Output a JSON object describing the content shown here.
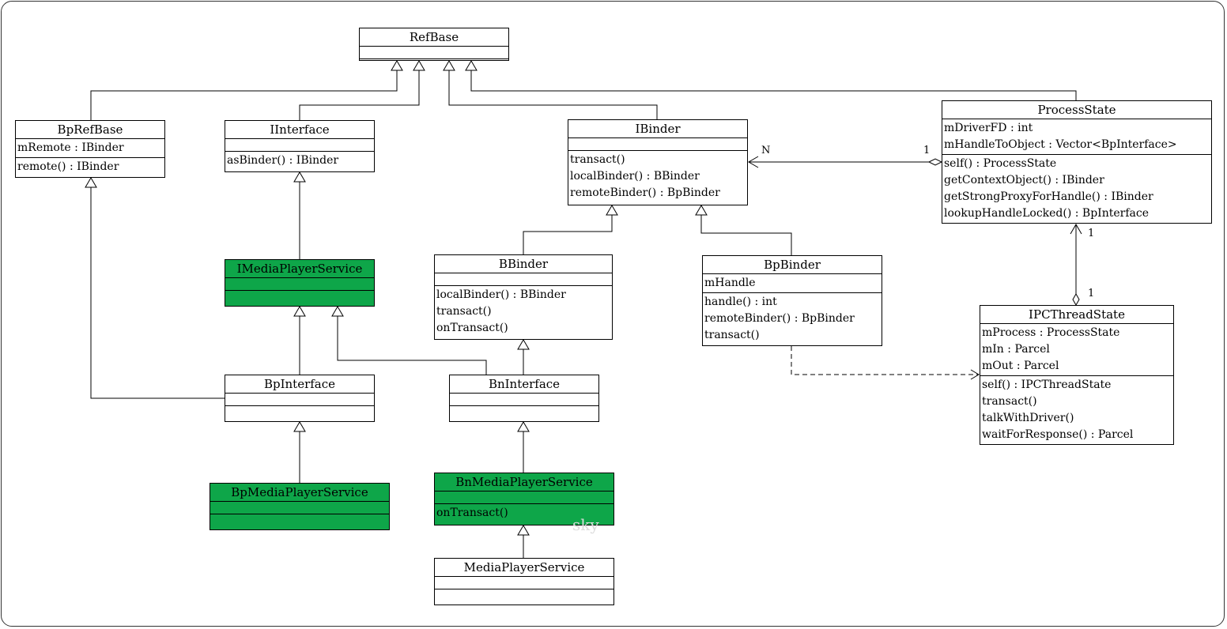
{
  "classes": {
    "refbase": {
      "name": "RefBase",
      "attrs": [],
      "ops": []
    },
    "bprefbase": {
      "name": "BpRefBase",
      "attrs": [
        "mRemote : IBinder"
      ],
      "ops": [
        "remote() : IBinder"
      ]
    },
    "iinterface": {
      "name": "IInterface",
      "attrs": [],
      "ops": [
        "asBinder() : IBinder"
      ]
    },
    "ibinder": {
      "name": "IBinder",
      "attrs": [],
      "ops": [
        "transact()",
        "localBinder() : BBinder",
        "remoteBinder() : BpBinder"
      ]
    },
    "processstate": {
      "name": "ProcessState",
      "attrs": [
        "mDriverFD : int",
        "mHandleToObject : Vector<BpInterface>"
      ],
      "ops": [
        "self() : ProcessState",
        "getContextObject() : IBinder",
        "getStrongProxyForHandle() : IBinder",
        "lookupHandleLocked() : BpInterface"
      ]
    },
    "imediaplayerservice": {
      "name": "IMediaPlayerService",
      "attrs": [],
      "ops": []
    },
    "bbinder": {
      "name": "BBinder",
      "attrs": [],
      "ops": [
        "localBinder() : BBinder",
        "transact()",
        "onTransact()"
      ]
    },
    "bpbinder": {
      "name": "BpBinder",
      "attrs": [
        "mHandle"
      ],
      "ops": [
        "handle() : int",
        "remoteBinder() : BpBinder",
        "transact()"
      ]
    },
    "ipcthreadstate": {
      "name": "IPCThreadState",
      "attrs": [
        "mProcess : ProcessState",
        "mIn : Parcel",
        "mOut : Parcel"
      ],
      "ops": [
        "self() : IPCThreadState",
        "transact()",
        "talkWithDriver()",
        "waitForResponse() : Parcel"
      ]
    },
    "bpinterface": {
      "name": "BpInterface",
      "attrs": [],
      "ops": []
    },
    "bninterface": {
      "name": "BnInterface",
      "attrs": [],
      "ops": []
    },
    "bpmediaplayerservice": {
      "name": "BpMediaPlayerService",
      "attrs": [],
      "ops": []
    },
    "bnmediaplayerservice": {
      "name": "BnMediaPlayerService",
      "attrs": [],
      "ops": [
        "onTransact()"
      ]
    },
    "mediaplayerservice": {
      "name": "MediaPlayerService",
      "attrs": [],
      "ops": []
    }
  },
  "relationships": [
    {
      "type": "inheritance",
      "from": "BpRefBase",
      "to": "RefBase"
    },
    {
      "type": "inheritance",
      "from": "IInterface",
      "to": "RefBase"
    },
    {
      "type": "inheritance",
      "from": "IBinder",
      "to": "RefBase"
    },
    {
      "type": "inheritance",
      "from": "ProcessState",
      "to": "RefBase"
    },
    {
      "type": "inheritance",
      "from": "IMediaPlayerService",
      "to": "IInterface"
    },
    {
      "type": "inheritance",
      "from": "BBinder",
      "to": "IBinder"
    },
    {
      "type": "inheritance",
      "from": "BpBinder",
      "to": "IBinder"
    },
    {
      "type": "inheritance",
      "from": "BpInterface",
      "to": "IMediaPlayerService"
    },
    {
      "type": "inheritance",
      "from": "BpInterface",
      "to": "BpRefBase"
    },
    {
      "type": "inheritance",
      "from": "BnInterface",
      "to": "IMediaPlayerService"
    },
    {
      "type": "inheritance",
      "from": "BnInterface",
      "to": "BBinder"
    },
    {
      "type": "inheritance",
      "from": "BpMediaPlayerService",
      "to": "BpInterface"
    },
    {
      "type": "inheritance",
      "from": "BnMediaPlayerService",
      "to": "BnInterface"
    },
    {
      "type": "inheritance",
      "from": "MediaPlayerService",
      "to": "BnMediaPlayerService"
    },
    {
      "type": "aggregation",
      "from": "ProcessState",
      "to": "IBinder",
      "from_mult": "1",
      "to_mult": "N"
    },
    {
      "type": "aggregation",
      "from": "IPCThreadState",
      "to": "ProcessState",
      "from_mult": "1",
      "to_mult": "1"
    },
    {
      "type": "dependency",
      "from": "BpBinder",
      "to": "IPCThreadState"
    }
  ],
  "multiplicities": {
    "ibinder_n": "N",
    "processstate_1": "1",
    "processstate_top_1": "1",
    "ipcthreadstate_1": "1"
  },
  "watermark": "sky",
  "colors": {
    "highlight": "#0ea649",
    "line": "#000000",
    "background": "#ffffff"
  }
}
